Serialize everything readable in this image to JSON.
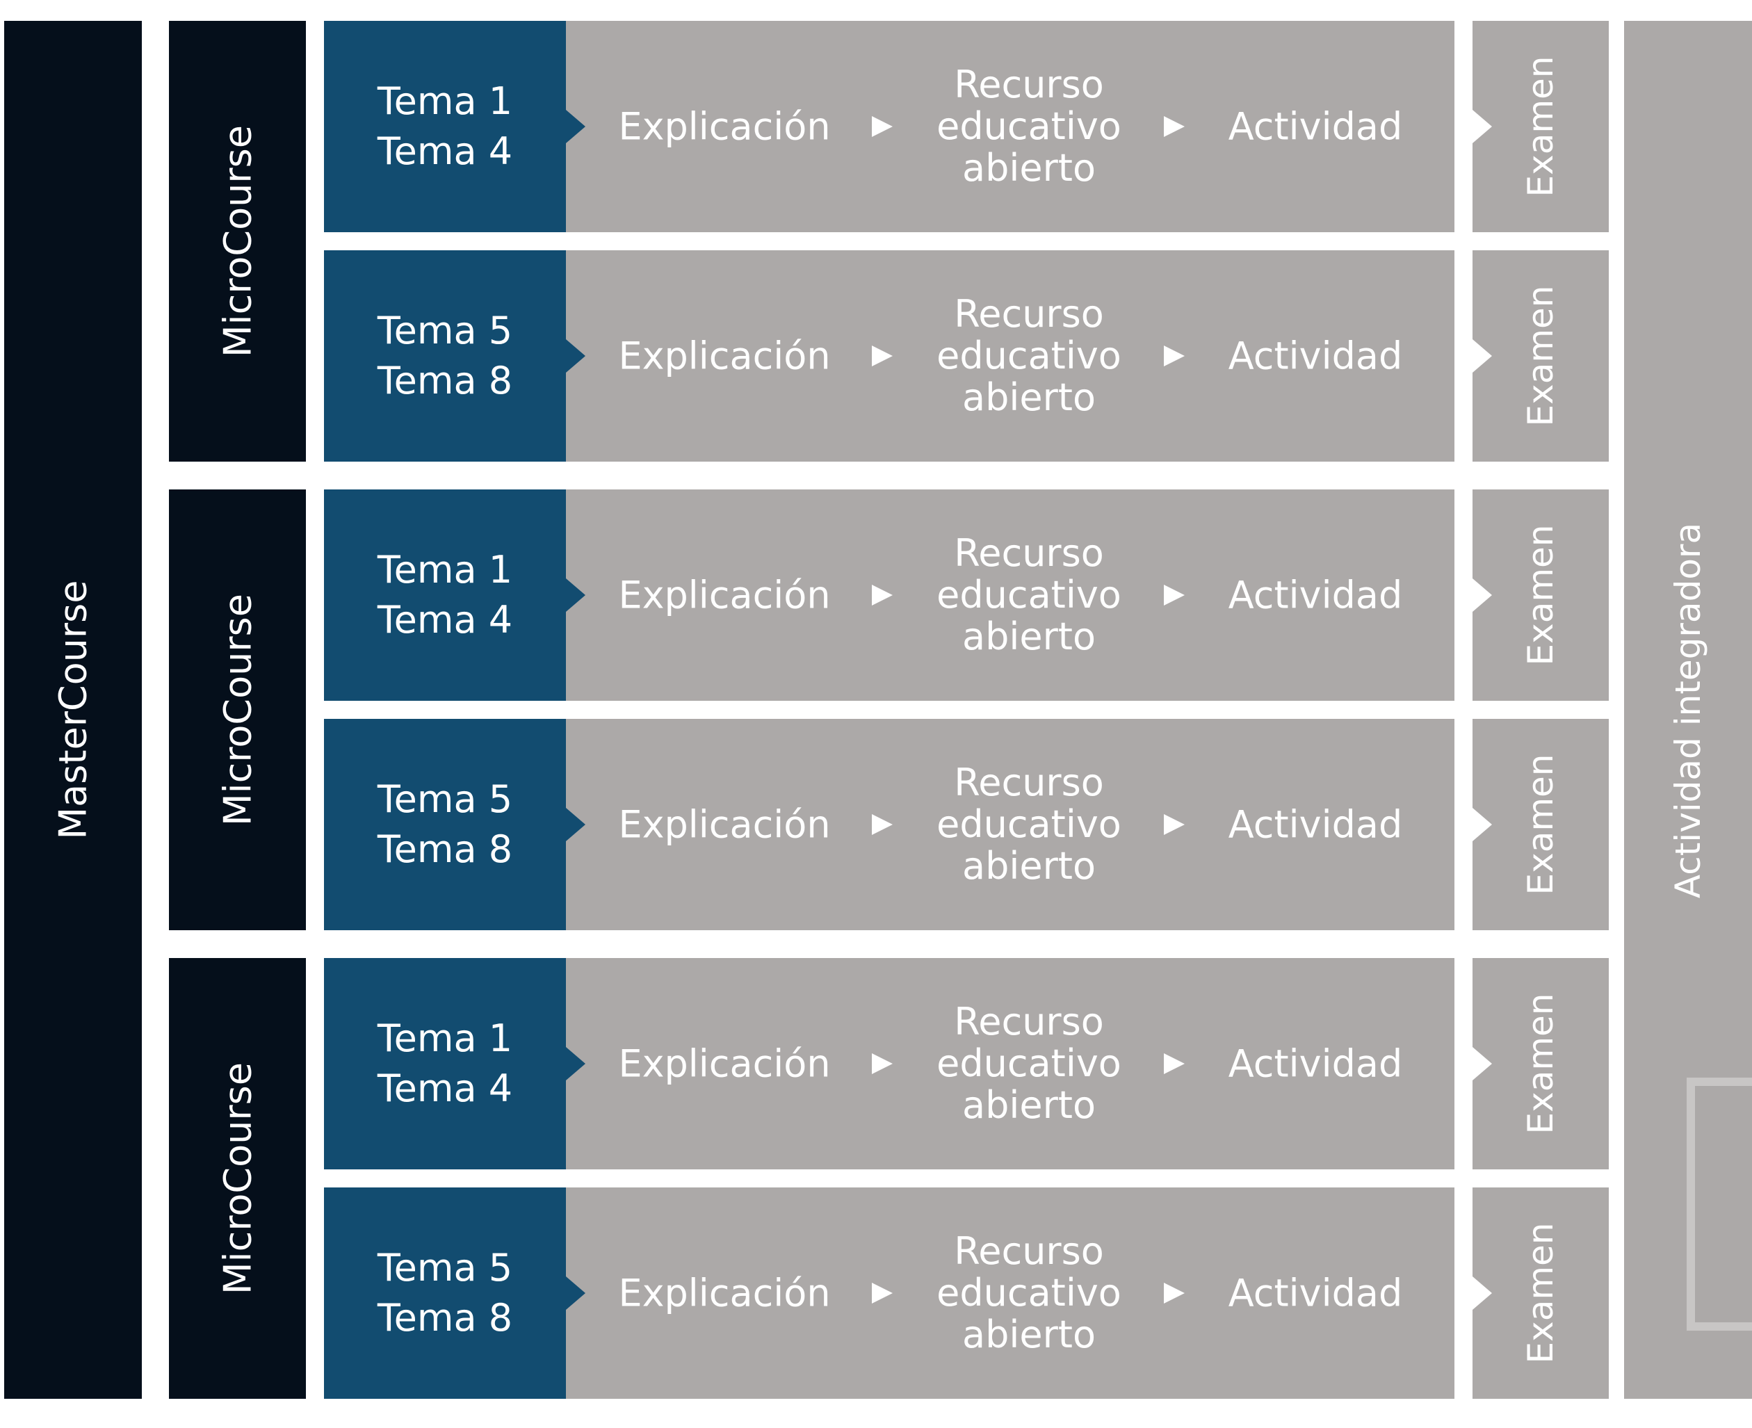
{
  "colors": {
    "master": "#050f1b",
    "micro": "#050f1b",
    "tema": "#124c70",
    "steps": "#aca9a8",
    "text": "#ffffff"
  },
  "master_label": "MasterCourse",
  "integrator_label": "Actividad integradora",
  "microcourses": [
    {
      "label": "MicroCourse",
      "rows": [
        {
          "tema_start": "Tema 1",
          "tema_end": "Tema 4",
          "step1": "Explicación",
          "step2": [
            "Recurso",
            "educativo",
            "abierto"
          ],
          "step3": "Actividad",
          "exam": "Examen"
        },
        {
          "tema_start": "Tema 5",
          "tema_end": "Tema 8",
          "step1": "Explicación",
          "step2": [
            "Recurso",
            "educativo",
            "abierto"
          ],
          "step3": "Actividad",
          "exam": "Examen"
        }
      ]
    },
    {
      "label": "MicroCourse",
      "rows": [
        {
          "tema_start": "Tema 1",
          "tema_end": "Tema 4",
          "step1": "Explicación",
          "step2": [
            "Recurso",
            "educativo",
            "abierto"
          ],
          "step3": "Actividad",
          "exam": "Examen"
        },
        {
          "tema_start": "Tema 5",
          "tema_end": "Tema 8",
          "step1": "Explicación",
          "step2": [
            "Recurso",
            "educativo",
            "abierto"
          ],
          "step3": "Actividad",
          "exam": "Examen"
        }
      ]
    },
    {
      "label": "MicroCourse",
      "rows": [
        {
          "tema_start": "Tema 1",
          "tema_end": "Tema 4",
          "step1": "Explicación",
          "step2": [
            "Recurso",
            "educativo",
            "abierto"
          ],
          "step3": "Actividad",
          "exam": "Examen"
        },
        {
          "tema_start": "Tema 5",
          "tema_end": "Tema 8",
          "step1": "Explicación",
          "step2": [
            "Recurso",
            "educativo",
            "abierto"
          ],
          "step3": "Actividad",
          "exam": "Examen"
        }
      ]
    }
  ]
}
